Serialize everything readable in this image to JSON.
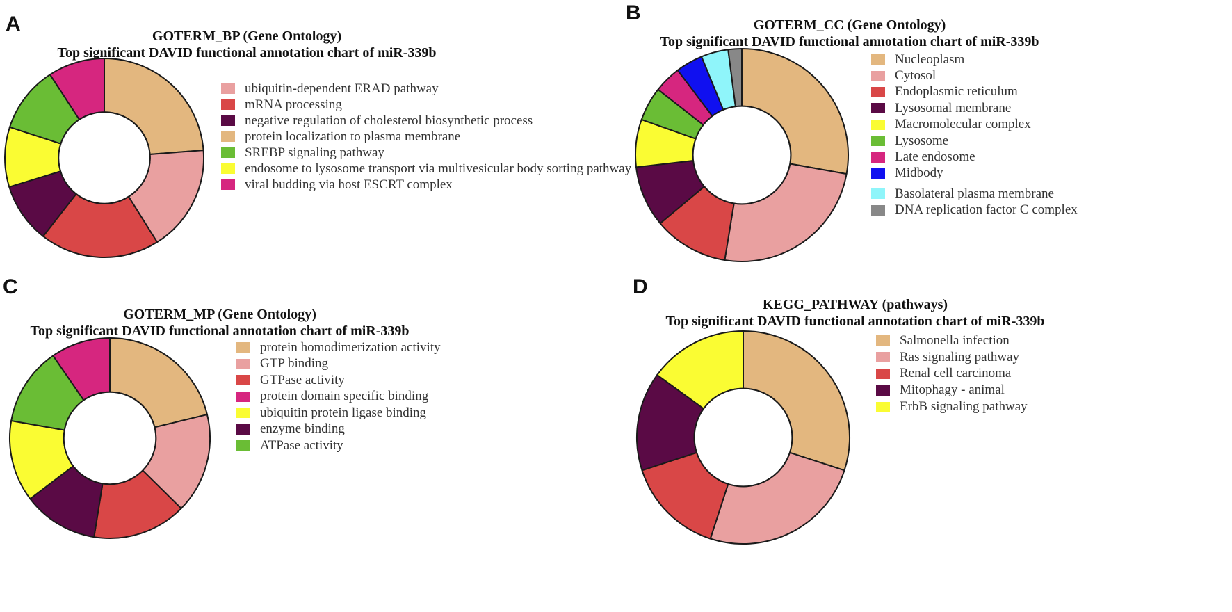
{
  "colors": {
    "tan": "#e3b77f",
    "pink": "#e9a0a0",
    "red": "#d94747",
    "purple": "#5a0a45",
    "yellow": "#fafc33",
    "green": "#6abd35",
    "magenta": "#d6267f",
    "blue": "#1010f0",
    "cyan": "#8ff5fa",
    "gray": "#888888"
  },
  "chart_data": [
    {
      "panel": "A",
      "type": "pie",
      "title": "GOTERM_BP (Gene Ontology)",
      "subtitle": "Top significant DAVID functional annotation chart of miR-339b",
      "categories": [
        "protein localization to plasma membrane",
        "ubiquitin-dependent ERAD pathway",
        "mRNA processing",
        "negative regulation of cholesterol biosynthetic process",
        "endosome to lysosome transport via multivesicular body sorting pathway",
        "SREBP signaling pathway",
        "viral budding via host ESCRT complex"
      ],
      "colors": [
        "#e3b77f",
        "#e9a0a0",
        "#d94747",
        "#5a0a45",
        "#fafc33",
        "#6abd35",
        "#d6267f"
      ],
      "values": [
        22,
        16,
        18,
        9,
        9,
        10,
        8.5
      ],
      "legend": [
        {
          "label": "ubiquitin-dependent ERAD pathway",
          "color": "#e9a0a0"
        },
        {
          "label": "mRNA processing",
          "color": "#d94747"
        },
        {
          "label": "negative regulation of cholesterol biosynthetic process",
          "color": "#5a0a45"
        },
        {
          "label": "protein localization to plasma membrane",
          "color": "#e3b77f"
        },
        {
          "label": "SREBP signaling pathway",
          "color": "#6abd35"
        },
        {
          "label": "endosome to lysosome transport via multivesicular body sorting pathway",
          "color": "#fafc33"
        },
        {
          "label": "viral budding via host ESCRT complex",
          "color": "#d6267f"
        }
      ]
    },
    {
      "panel": "B",
      "type": "pie",
      "title": "GOTERM_CC (Gene Ontology)",
      "subtitle": "Top significant DAVID functional annotation chart of miR-339b",
      "categories": [
        "Nucleoplasm",
        "Cytosol",
        "Endoplasmic reticulum",
        "Lysosomal membrane",
        "Macromolecular complex",
        "Lysosome",
        "Late endosome",
        "Midbody",
        "Basolateral plasma membrane",
        "DNA replication factor C complex"
      ],
      "colors": [
        "#e3b77f",
        "#e9a0a0",
        "#d94747",
        "#5a0a45",
        "#fafc33",
        "#6abd35",
        "#d6267f",
        "#1010f0",
        "#8ff5fa",
        "#888888"
      ],
      "values": [
        27,
        24,
        11,
        9,
        7,
        5,
        4,
        4,
        4,
        2
      ],
      "legend": [
        {
          "label": "Nucleoplasm",
          "color": "#e3b77f"
        },
        {
          "label": "Cytosol",
          "color": "#e9a0a0"
        },
        {
          "label": "Endoplasmic reticulum",
          "color": "#d94747"
        },
        {
          "label": "Lysosomal membrane",
          "color": "#5a0a45"
        },
        {
          "label": "Macromolecular complex",
          "color": "#fafc33"
        },
        {
          "label": "Lysosome",
          "color": "#6abd35"
        },
        {
          "label": "Late endosome",
          "color": "#d6267f"
        },
        {
          "label": "Midbody",
          "color": "#1010f0"
        },
        {
          "label": "Basolateral plasma membrane",
          "color": "#8ff5fa"
        },
        {
          "label": "DNA replication factor C complex",
          "color": "#888888"
        }
      ]
    },
    {
      "panel": "C",
      "type": "pie",
      "title": "GOTERM_MP (Gene Ontology)",
      "subtitle": "Top significant DAVID functional annotation chart of miR-339b",
      "categories": [
        "protein homodimerization activity",
        "GTP binding",
        "GTPase activity",
        "enzyme binding",
        "ubiquitin protein ligase binding",
        "ATPase activity",
        "protein domain specific binding"
      ],
      "colors": [
        "#e3b77f",
        "#e9a0a0",
        "#d94747",
        "#5a0a45",
        "#fafc33",
        "#6abd35",
        "#d6267f"
      ],
      "values": [
        21,
        16,
        15,
        12,
        13,
        12.5,
        9.5
      ],
      "legend": [
        {
          "label": "protein homodimerization activity",
          "color": "#e3b77f"
        },
        {
          "label": "GTP binding",
          "color": "#e9a0a0"
        },
        {
          "label": "GTPase activity",
          "color": "#d94747"
        },
        {
          "label": "protein domain specific binding",
          "color": "#d6267f"
        },
        {
          "label": "ubiquitin protein ligase binding",
          "color": "#fafc33"
        },
        {
          "label": "enzyme binding",
          "color": "#5a0a45"
        },
        {
          "label": "ATPase activity",
          "color": "#6abd35"
        }
      ]
    },
    {
      "panel": "D",
      "type": "pie",
      "title": "KEGG_PATHWAY (pathways)",
      "subtitle": "Top significant DAVID functional annotation chart of miR-339b",
      "categories": [
        "Salmonella infection",
        "Ras signaling pathway",
        "Renal cell carcinoma",
        "Mitophagy - animal",
        "ErbB signaling pathway"
      ],
      "colors": [
        "#e3b77f",
        "#e9a0a0",
        "#d94747",
        "#5a0a45",
        "#fafc33"
      ],
      "values": [
        30,
        25,
        15,
        15,
        15
      ],
      "legend": [
        {
          "label": "Salmonella infection",
          "color": "#e3b77f"
        },
        {
          "label": "Ras signaling pathway",
          "color": "#e9a0a0"
        },
        {
          "label": "Renal cell carcinoma",
          "color": "#d94747"
        },
        {
          "label": "Mitophagy - animal",
          "color": "#5a0a45"
        },
        {
          "label": "ErbB signaling pathway",
          "color": "#fafc33"
        }
      ]
    }
  ]
}
